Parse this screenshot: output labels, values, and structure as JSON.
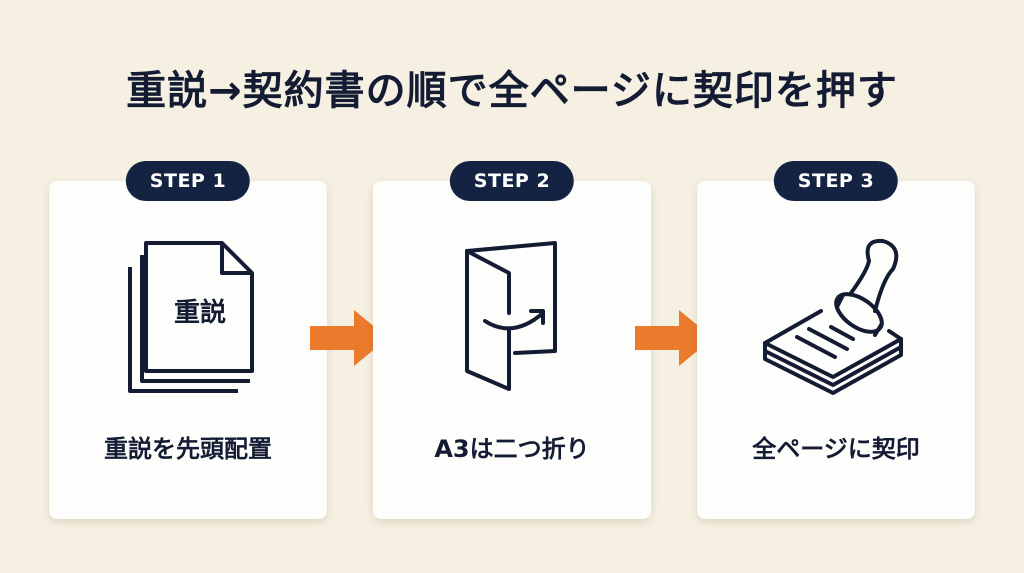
{
  "title": "重説→契約書の順で全ページに契印を押す",
  "colors": {
    "background": "#f5f0e2",
    "badge": "#152342",
    "text": "#141c33",
    "arrow": "#ea7a2c",
    "card": "#fdfdfc"
  },
  "steps": [
    {
      "badge": "STEP 1",
      "icon": "stacked-documents-icon",
      "icon_label": "重説",
      "caption": "重説を先頭配置"
    },
    {
      "badge": "STEP 2",
      "icon": "folded-paper-icon",
      "caption": "A3は二つ折り"
    },
    {
      "badge": "STEP 3",
      "icon": "stamp-on-papers-icon",
      "caption": "全ページに契印"
    }
  ],
  "connectors": [
    "arrow-right-icon",
    "arrow-right-icon"
  ]
}
